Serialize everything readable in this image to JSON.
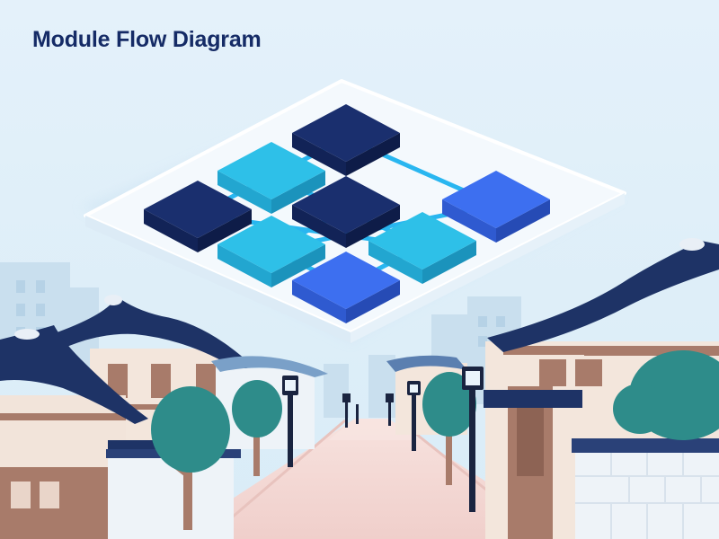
{
  "title": "Module Flow Diagram",
  "colors": {
    "sky": "#e6f2fa",
    "navy_module": "#1a2f6e",
    "cyan_module": "#2ec0e8",
    "blue_module": "#3d6ff0",
    "connector": "#29b6f0",
    "platform": "#f2f8fd",
    "roof": "#1e3366",
    "wood": "#a87b6a",
    "tree": "#2e8c8a",
    "street": "#f4d6d2",
    "lamp": "#1a2440"
  },
  "diagram": {
    "modules": [
      {
        "id": "m1",
        "color": "navy"
      },
      {
        "id": "m2",
        "color": "cyan"
      },
      {
        "id": "m3",
        "color": "navy"
      },
      {
        "id": "m4",
        "color": "navy"
      },
      {
        "id": "m5",
        "color": "blue"
      },
      {
        "id": "m6",
        "color": "cyan"
      },
      {
        "id": "m7",
        "color": "cyan"
      },
      {
        "id": "m8",
        "color": "blue"
      }
    ],
    "connections": [
      [
        "m1",
        "m2"
      ],
      [
        "m2",
        "m3"
      ],
      [
        "m3",
        "m6"
      ],
      [
        "m6",
        "m8"
      ],
      [
        "m2",
        "m4"
      ],
      [
        "m4",
        "m7"
      ],
      [
        "m7",
        "m8"
      ],
      [
        "m3",
        "m7"
      ],
      [
        "m6",
        "m5"
      ],
      [
        "m1",
        "m5"
      ]
    ]
  }
}
